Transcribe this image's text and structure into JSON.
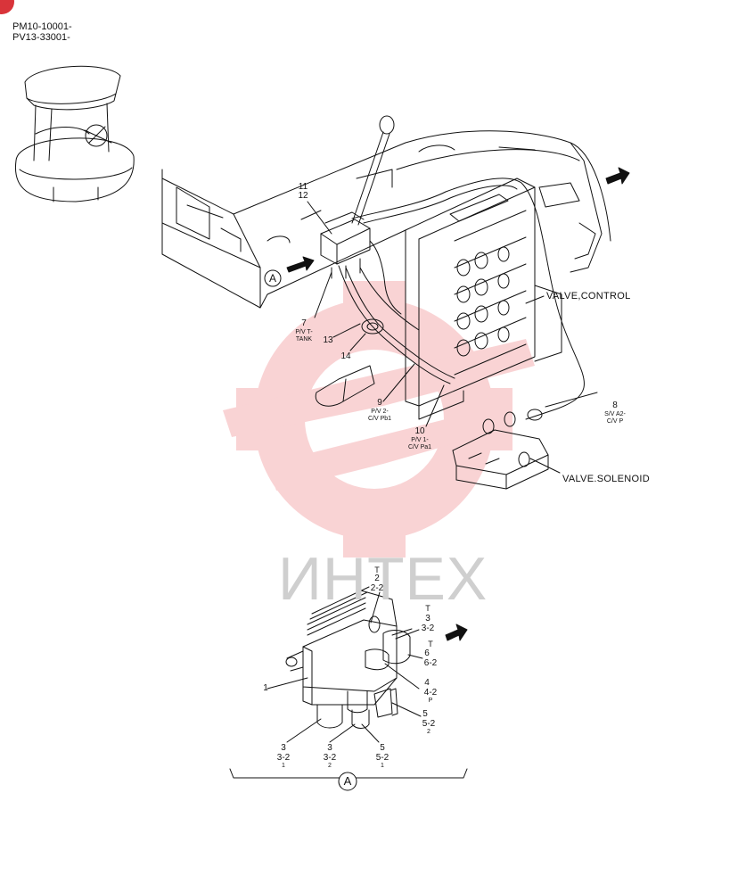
{
  "header": {
    "serial_1": "PM10-10001-",
    "serial_2": "PV13-33001-"
  },
  "watermark": {
    "text": "ИНТЕХ",
    "color": "#f29ea2"
  },
  "components": {
    "control_valve": "VALVE,CONTROL",
    "solenoid_valve": "VALVE.SOLENOID"
  },
  "callouts": {
    "c11": "11",
    "c12": "12",
    "c7": "7",
    "c7_desc1": "P/V T-",
    "c7_desc2": "TANK",
    "c13": "13",
    "c14": "14",
    "c9": "9",
    "c9_desc1": "P/V 2-",
    "c9_desc2": "C/V Pb1",
    "c10": "10",
    "c10_desc1": "P/V 1-",
    "c10_desc2": "C/V Pa1",
    "c8": "8",
    "c8_desc1": "S/V A2-",
    "c8_desc2": "C/V P",
    "view_a": "A"
  },
  "detail": {
    "port_t2": {
      "t": "T",
      "n": "2",
      "s": "2-2"
    },
    "port_t3": {
      "t": "T",
      "n": "3",
      "s": "3-2"
    },
    "port_t6": {
      "t": "T",
      "n": "6",
      "s": "6-2"
    },
    "port_p4": {
      "n": "4",
      "s": "4-2",
      "p": "P"
    },
    "port_5_2": {
      "n": "5",
      "s": "5-2",
      "sub": "2"
    },
    "part_1": "1",
    "bottom_3_1": {
      "n": "3",
      "s": "3-2",
      "sub": "1"
    },
    "bottom_3_2": {
      "n": "3",
      "s": "3-2",
      "sub": "2"
    },
    "bottom_5_1": {
      "n": "5",
      "s": "5-2",
      "sub": "1"
    },
    "view_a": "A"
  }
}
